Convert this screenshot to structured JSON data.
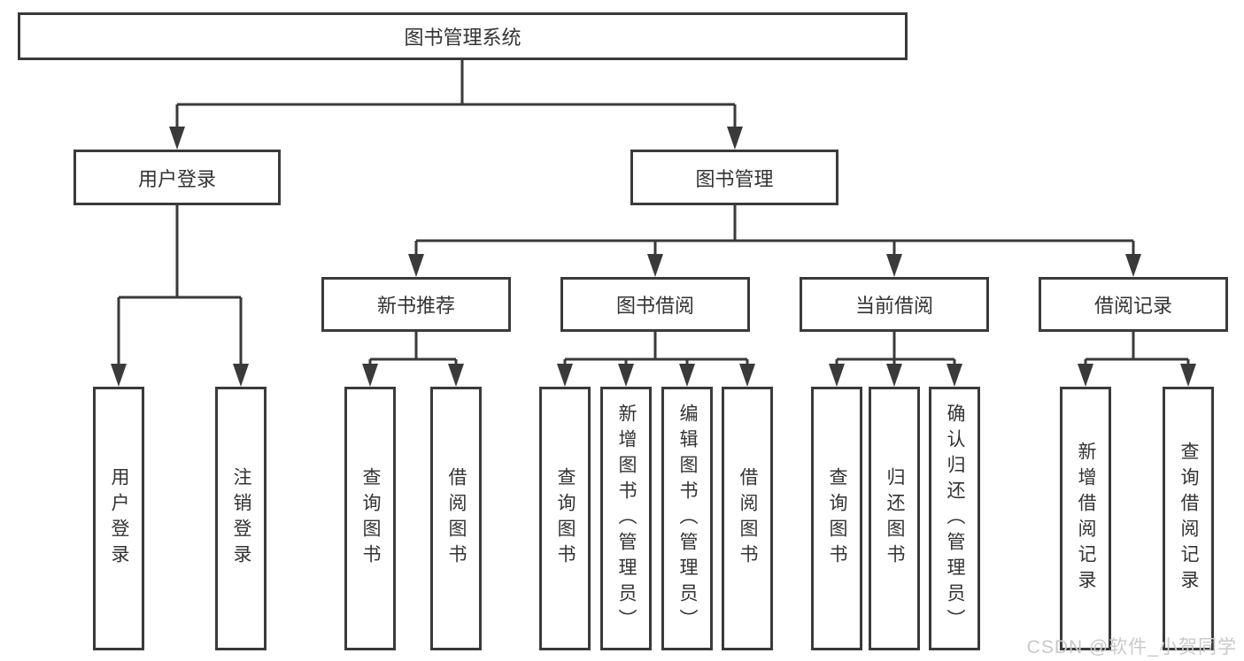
{
  "diagram": {
    "root": {
      "label": "图书管理系统"
    },
    "level2": [
      {
        "label": "用户登录"
      },
      {
        "label": "图书管理"
      }
    ],
    "level3": [
      {
        "label": "新书推荐"
      },
      {
        "label": "图书借阅"
      },
      {
        "label": "当前借阅"
      },
      {
        "label": "借阅记录"
      }
    ],
    "level4": [
      {
        "label": "用户登录",
        "parent": "用户登录"
      },
      {
        "label": "注销登录",
        "parent": "用户登录"
      },
      {
        "label": "查询图书",
        "parent": "新书推荐"
      },
      {
        "label": "借阅图书",
        "parent": "新书推荐"
      },
      {
        "label": "查询图书",
        "parent": "图书借阅"
      },
      {
        "label": "新增图书（管理员）",
        "parent": "图书借阅"
      },
      {
        "label": "编辑图书（管理员）",
        "parent": "图书借阅"
      },
      {
        "label": "借阅图书",
        "parent": "图书借阅"
      },
      {
        "label": "查询图书",
        "parent": "当前借阅"
      },
      {
        "label": "归还图书",
        "parent": "当前借阅"
      },
      {
        "label": "确认归还（管理员）",
        "parent": "当前借阅"
      },
      {
        "label": "新增借阅记录",
        "parent": "借阅记录"
      },
      {
        "label": "查询借阅记录",
        "parent": "借阅记录"
      }
    ],
    "watermark": {
      "text": "CSDN @软件_小贺同学"
    },
    "colors": {
      "line": "#3a3a3a",
      "text": "#333333",
      "watermark": "#c9c9c9",
      "background": "#ffffff"
    }
  }
}
